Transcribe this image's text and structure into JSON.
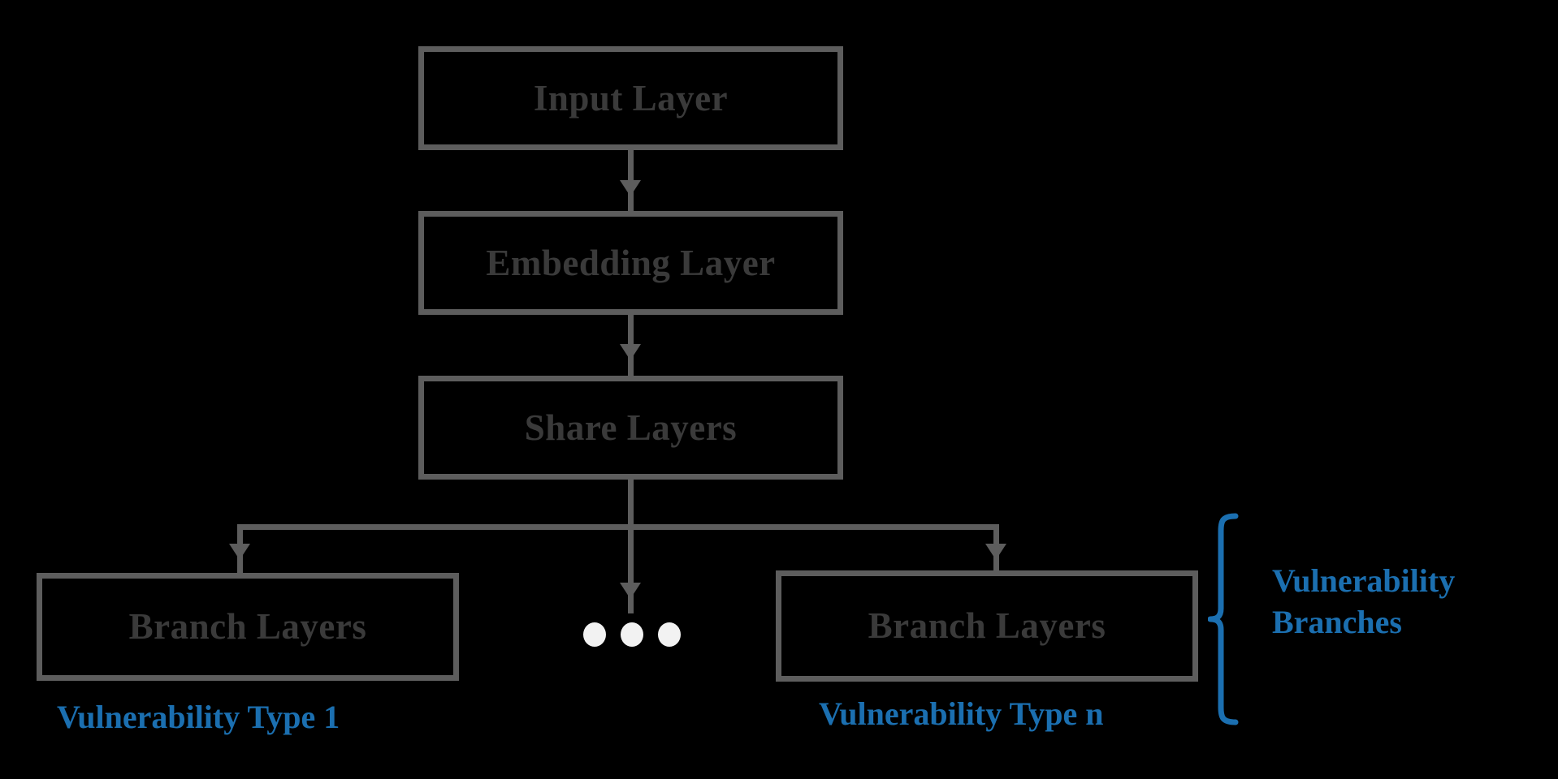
{
  "diagram": {
    "title": "Multi-branch vulnerability detection network architecture",
    "type": "flow-diagram",
    "background_color": "#000000",
    "box_stroke_color": "#5d5d5d",
    "box_label_color": "#3a3a3a",
    "accent_color": "#1b6fb0",
    "dot_color": "#f2f2f2"
  },
  "nodes": {
    "input_layer": {
      "label": "Input Layer"
    },
    "embedding_layer": {
      "label": "Embedding Layer"
    },
    "share_layers": {
      "label": "Share Layers"
    },
    "branch_layers_first": {
      "label": "Branch Layers"
    },
    "branch_layers_last": {
      "label": "Branch Layers"
    }
  },
  "annotations": {
    "vulnerability_type_first": "Vulnerability Type 1",
    "vulnerability_type_last": "Vulnerability Type n",
    "branches_group_line_1": "Vulnerability",
    "branches_group_line_2": "Branches",
    "ellipsis": "…"
  },
  "edges": [
    {
      "from": "input_layer",
      "to": "embedding_layer",
      "style": "arrow-down"
    },
    {
      "from": "embedding_layer",
      "to": "share_layers",
      "style": "arrow-down"
    },
    {
      "from": "share_layers",
      "to": "branch_layers_first",
      "style": "arrow-down-branch"
    },
    {
      "from": "share_layers",
      "to": "branch_layers_last",
      "style": "arrow-down-branch"
    },
    {
      "from": "share_layers",
      "to": "ellipsis",
      "style": "arrow-down-branch"
    }
  ]
}
